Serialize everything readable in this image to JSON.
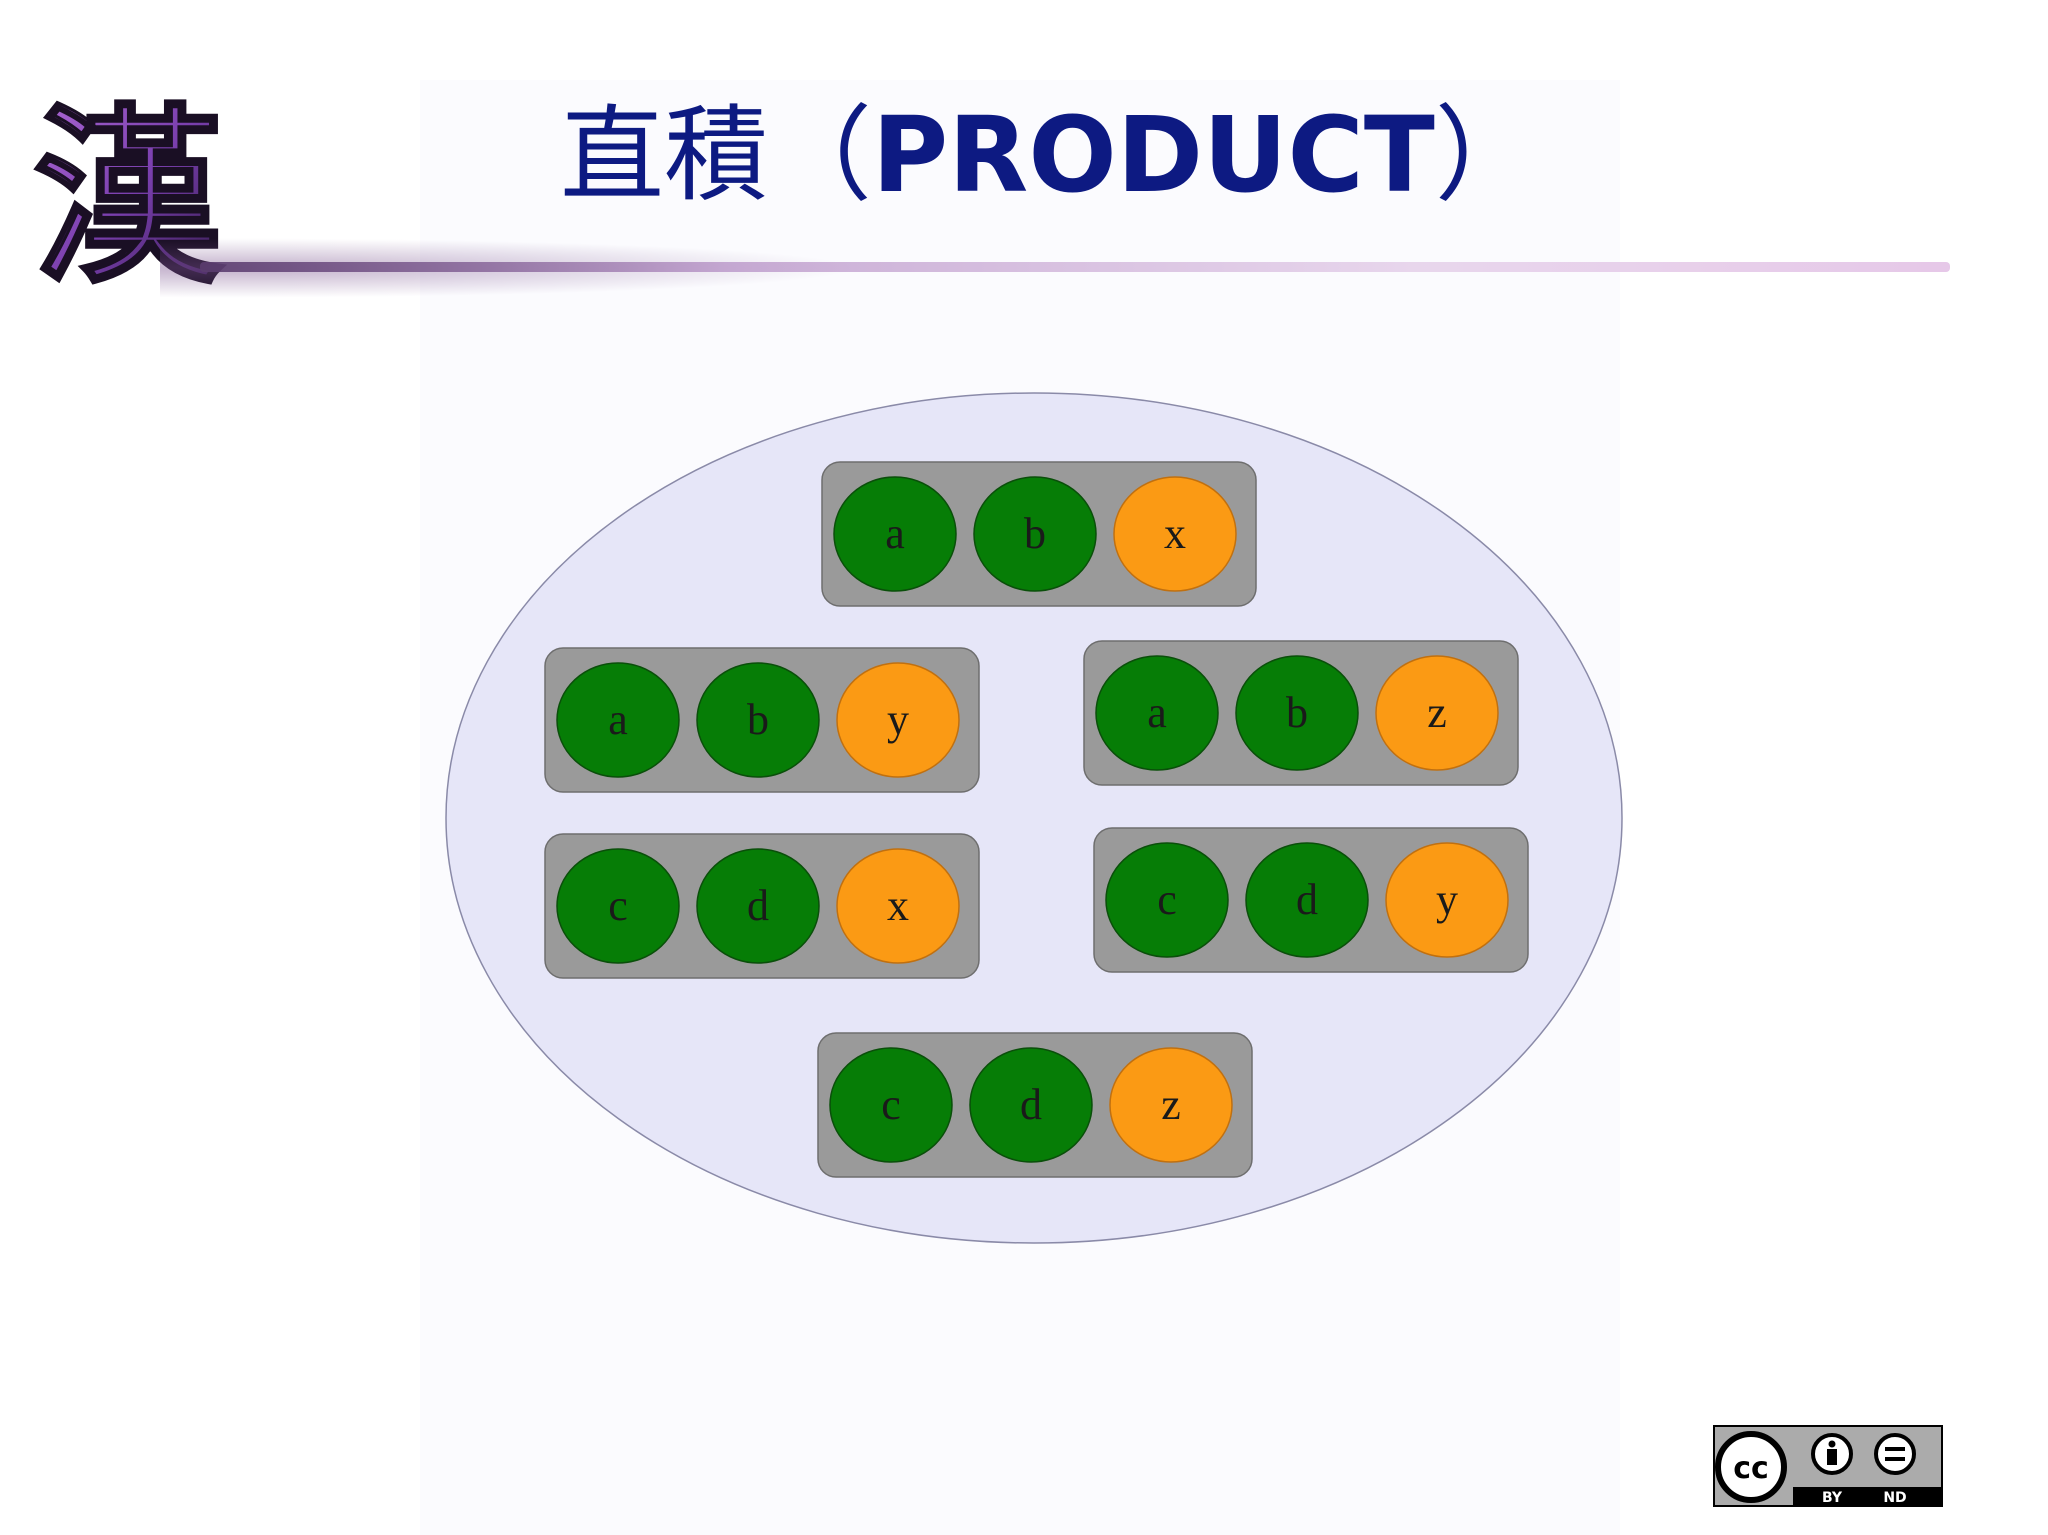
{
  "slide": {
    "title_prefix": "直積（",
    "title_keyword": "PRODUCT",
    "title_suffix": "）",
    "logo_char": "漢"
  },
  "diagram": {
    "tuples": [
      {
        "items": [
          "a",
          "b",
          "x"
        ]
      },
      {
        "items": [
          "a",
          "b",
          "y"
        ]
      },
      {
        "items": [
          "a",
          "b",
          "z"
        ]
      },
      {
        "items": [
          "c",
          "d",
          "x"
        ]
      },
      {
        "items": [
          "c",
          "d",
          "y"
        ]
      },
      {
        "items": [
          "c",
          "d",
          "z"
        ]
      }
    ],
    "colors": {
      "set_fill": "#e6e6f8",
      "tuple_fill": "#9a9a9a",
      "green": "#067d06",
      "orange": "#fb9a14",
      "title": "#0d1a82"
    }
  },
  "license": {
    "cc": "cc",
    "by": "BY",
    "nd": "ND"
  }
}
